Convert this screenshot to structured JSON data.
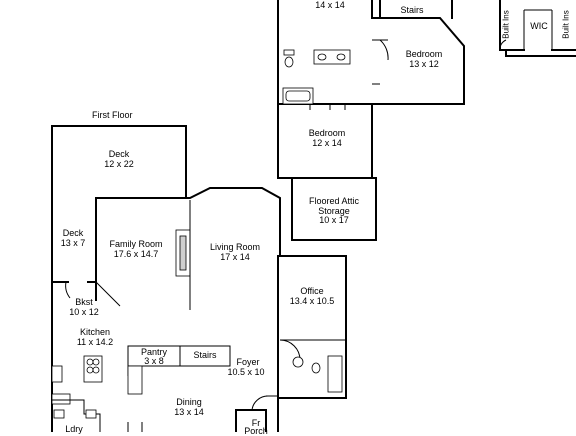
{
  "floor_title": "First Floor",
  "rooms": {
    "top_partial": {
      "dims": "14 x 14"
    },
    "stairs_upper": {
      "name": "Stairs"
    },
    "builtins_left": {
      "name": "Built Ins"
    },
    "wic": {
      "name": "WIC"
    },
    "builtins_right": {
      "name": "Built Ins"
    },
    "bedroom_upper": {
      "name": "Bedroom",
      "dims": "13 x 12"
    },
    "bedroom_lower": {
      "name": "Bedroom",
      "dims": "12 x 14"
    },
    "attic": {
      "name": "Floored Attic Storage",
      "dims": "10 x 17"
    },
    "deck_top": {
      "name": "Deck",
      "dims": "12 x 22"
    },
    "deck_side": {
      "name": "Deck",
      "dims": "13 x 7"
    },
    "family": {
      "name": "Family Room",
      "dims": "17.6 x 14.7"
    },
    "living": {
      "name": "Living Room",
      "dims": "17 x 14"
    },
    "office": {
      "name": "Office",
      "dims": "13.4 x 10.5"
    },
    "bkst": {
      "name": "Bkst",
      "dims": "10 x 12"
    },
    "kitchen": {
      "name": "Kitchen",
      "dims": "11 x 14.2"
    },
    "pantry": {
      "name": "Pantry",
      "dims": "3 x 8"
    },
    "stairs_main": {
      "name": "Stairs"
    },
    "foyer": {
      "name": "Foyer",
      "dims": "10.5 x 10"
    },
    "dining": {
      "name": "Dining",
      "dims": "13 x 14"
    },
    "ldry": {
      "name": "Ldry"
    },
    "fr_porch": {
      "name": "Fr",
      "dims": "Porch"
    }
  }
}
